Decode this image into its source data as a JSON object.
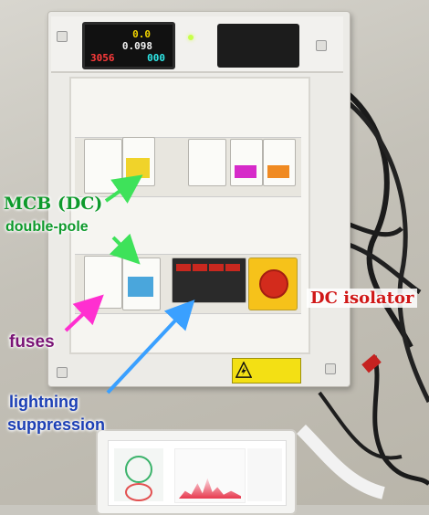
{
  "meter": {
    "line1": "0.0",
    "line2": "0.098",
    "line3": "3056",
    "line4": "000"
  },
  "labels": {
    "mcb": "MCB (DC)",
    "double_pole": "double-pole",
    "fuses": "fuses",
    "lightning_line1": "lightning",
    "lightning_line2": "suppression",
    "dc_isolator": "DC isolator"
  },
  "colors": {
    "mcb": "#0e9a2c",
    "fuses": "#7a1476",
    "lightning": "#1c3fb5",
    "dc_isolator": "#d01818",
    "arrow_green": "#3ee25a",
    "arrow_magenta": "#ff2fd0",
    "arrow_blue": "#3aa0ff"
  },
  "icons": [
    "lightning-warning-icon"
  ]
}
